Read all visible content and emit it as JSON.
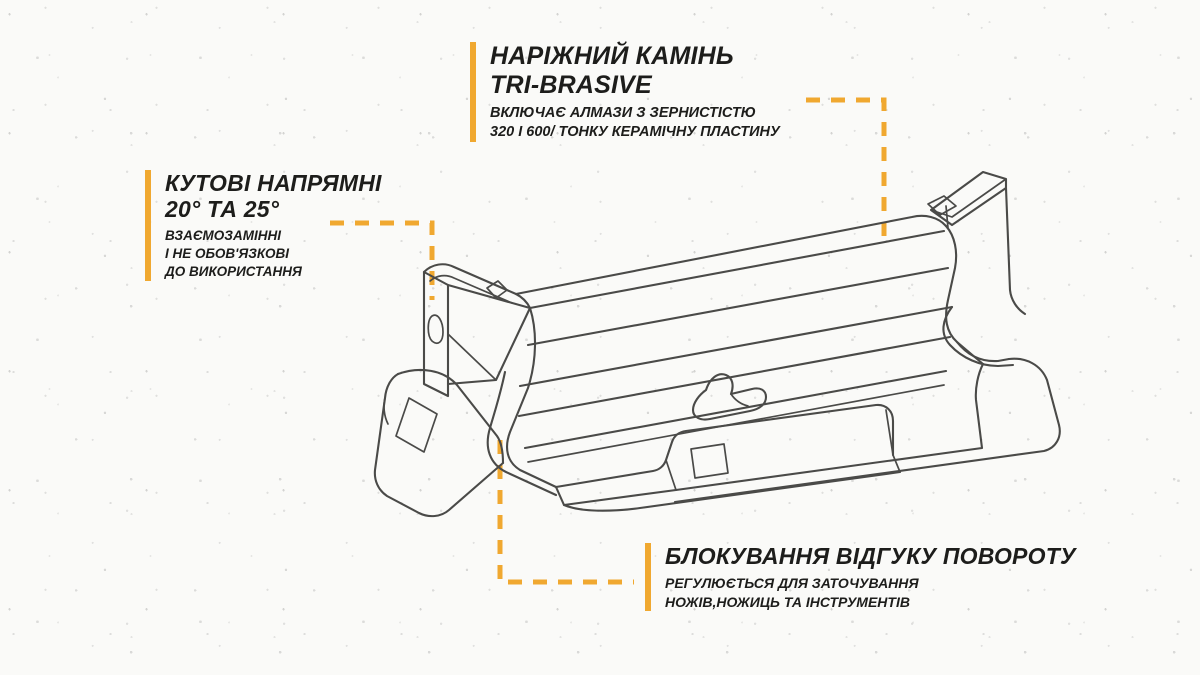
{
  "meta": {
    "language": "uk",
    "background_color": "#fafaf8",
    "accent_color": "#f0a830",
    "ink_color": "#4a4a48",
    "text_color": "#1d1d1b"
  },
  "callouts": {
    "stone": {
      "heading_line1": "НАРІЖНИЙ КАМІНЬ",
      "heading_line2": "TRI-BRASIVE",
      "sub_line1": "ВКЛЮЧАЄ АЛМАЗИ З ЗЕРНИСТІСТЮ",
      "sub_line2": "320 І 600/ ТОНКУ КЕРАМІЧНУ ПЛАСТИНУ"
    },
    "guides": {
      "heading_line1": "КУТОВІ НАПРЯМНІ",
      "heading_line2": "20° ТА 25°",
      "sub_line1": "ВЗАЄМОЗАМІННІ",
      "sub_line2": "І НЕ ОБОВ'ЯЗКОВІ",
      "sub_line3": "ДО ВИКОРИСТАННЯ"
    },
    "lock": {
      "heading_line1": "БЛОКУВАННЯ ВІДГУКУ ПОВОРОТУ",
      "sub_line1": "РЕГУЛЮЄТЬСЯ ДЛЯ ЗАТОЧУВАННЯ",
      "sub_line2": "НОЖІВ,НОЖИЦЬ ТА ІНСТРУМЕНТІВ"
    }
  },
  "illustration": {
    "subject": "knife-sharpener-line-drawing",
    "style": "outline"
  }
}
